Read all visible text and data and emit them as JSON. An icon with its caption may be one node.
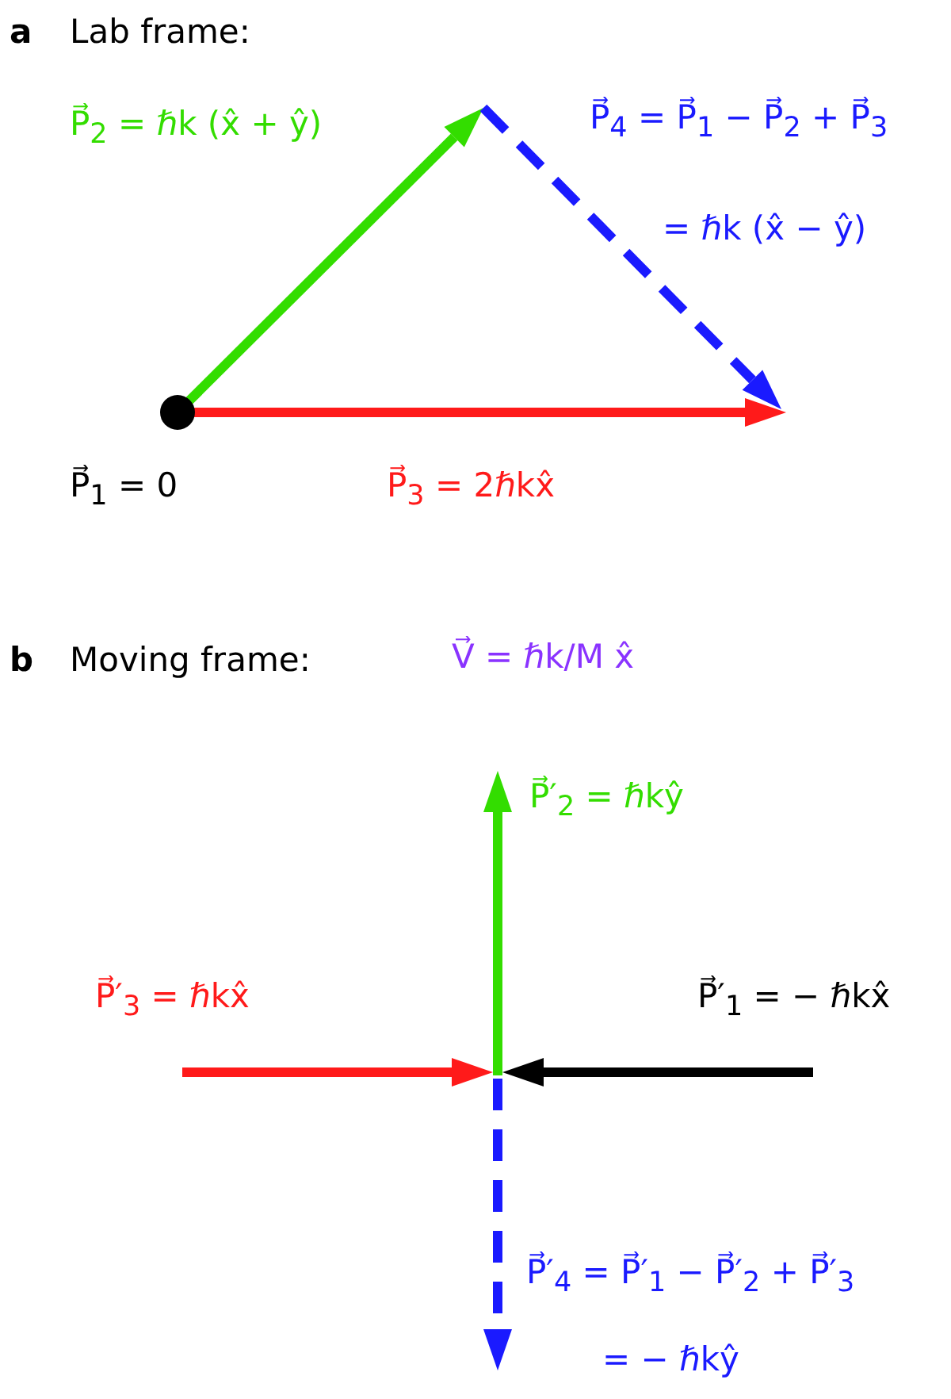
{
  "diagram": {
    "labels": [
      "a",
      "Lab frame:",
      "P⃗$_{2}$ = ℏk (x̂ + ŷ)",
      "P⃗$_{4}$ = P⃗$_{1}$ − P⃗$_{2}$ + P⃗$_{3}$",
      "= ℏk (x̂ − ŷ)",
      "P⃗$_{1}$ = 0",
      "P⃗$_{3}$ = 2ℏkx̂",
      "b",
      "Moving frame:",
      "V⃗ = ℏk/M x̂",
      "P⃗′$_{2}$ = ℏkŷ",
      "P⃗′$_{3}$ = ℏkx̂",
      "P⃗′$_{1}$ = − ℏkx̂",
      "P⃗′$_{4}$ = P⃗′$_{1}$ − P⃗′$_{2}$ + P⃗′$_{3}$",
      "= − ℏkŷ"
    ]
  }
}
